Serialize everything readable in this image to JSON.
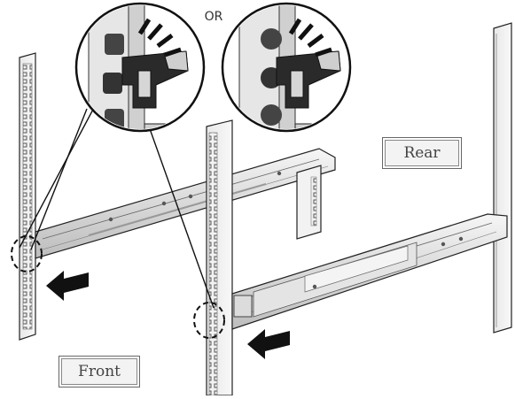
{
  "labels": {
    "or": "OR",
    "rear": "Rear",
    "front": "Front"
  },
  "icons": {
    "push_arrow_front": "arrow-left-icon",
    "push_arrow_rear": "arrow-left-icon",
    "detail_left": "latch-closeup-icon",
    "detail_right": "latch-closeup-icon"
  },
  "colors": {
    "line": "#222222",
    "metal_light": "#eeeeee",
    "metal_mid": "#cccccc",
    "metal_dark": "#888888"
  }
}
